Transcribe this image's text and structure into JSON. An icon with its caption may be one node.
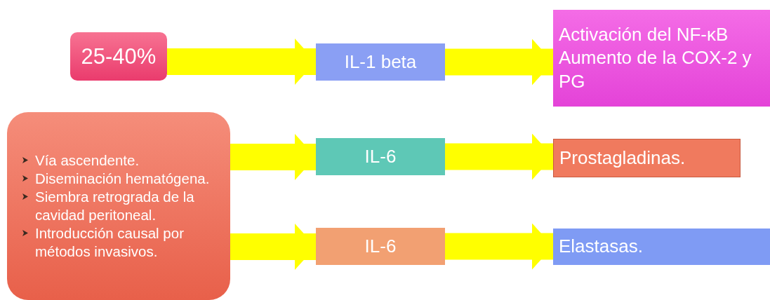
{
  "diagram": {
    "nodes": [
      {
        "text": [
          "25-40%"
        ]
      },
      {
        "text": [
          "Vía ascendente.",
          "Diseminación hematógena.",
          "Siembra retrograda de la cavidad peritoneal.",
          "Introducción causal por métodos invasivos."
        ]
      },
      {
        "text": [
          "IL-1 beta"
        ]
      },
      {
        "text": [
          "Activación del NF-κB Aumento de la COX-2 y PG"
        ]
      },
      {
        "text": [
          "IL-6"
        ]
      },
      {
        "text": [
          "Prostagladinas."
        ]
      },
      {
        "text": [
          "IL-6"
        ]
      },
      {
        "text": [
          "Elastasas."
        ]
      }
    ],
    "edges": [
      {
        "from": 0,
        "to": 2,
        "arrow": "to"
      },
      {
        "from": 2,
        "to": 3,
        "arrow": "to"
      },
      {
        "from": 1,
        "to": 4,
        "arrow": "to"
      },
      {
        "from": 4,
        "to": 5,
        "arrow": "to"
      },
      {
        "from": 1,
        "to": 6,
        "arrow": "to"
      },
      {
        "from": 6,
        "to": 7,
        "arrow": "to"
      }
    ]
  }
}
